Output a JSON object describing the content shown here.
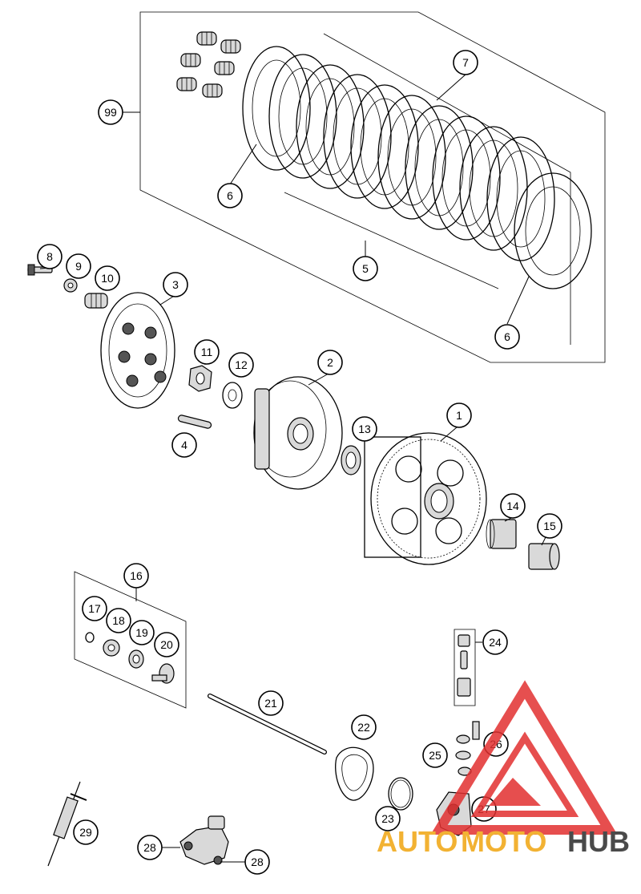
{
  "callouts": [
    {
      "id": "c99",
      "label": "99"
    },
    {
      "id": "c7",
      "label": "7"
    },
    {
      "id": "c6a",
      "label": "6"
    },
    {
      "id": "c5",
      "label": "5"
    },
    {
      "id": "c6b",
      "label": "6"
    },
    {
      "id": "c8",
      "label": "8"
    },
    {
      "id": "c9",
      "label": "9"
    },
    {
      "id": "c10",
      "label": "10"
    },
    {
      "id": "c3",
      "label": "3"
    },
    {
      "id": "c11",
      "label": "11"
    },
    {
      "id": "c12",
      "label": "12"
    },
    {
      "id": "c2",
      "label": "2"
    },
    {
      "id": "c4",
      "label": "4"
    },
    {
      "id": "c13",
      "label": "13"
    },
    {
      "id": "c1",
      "label": "1"
    },
    {
      "id": "c14",
      "label": "14"
    },
    {
      "id": "c15",
      "label": "15"
    },
    {
      "id": "c16",
      "label": "16"
    },
    {
      "id": "c17",
      "label": "17"
    },
    {
      "id": "c18",
      "label": "18"
    },
    {
      "id": "c19",
      "label": "19"
    },
    {
      "id": "c20",
      "label": "20"
    },
    {
      "id": "c24",
      "label": "24"
    },
    {
      "id": "c21",
      "label": "21"
    },
    {
      "id": "c22",
      "label": "22"
    },
    {
      "id": "c26",
      "label": "26"
    },
    {
      "id": "c25",
      "label": "25"
    },
    {
      "id": "c27",
      "label": "27"
    },
    {
      "id": "c23",
      "label": "23"
    },
    {
      "id": "c29",
      "label": "29"
    },
    {
      "id": "c28a",
      "label": "28"
    },
    {
      "id": "c28b",
      "label": "28"
    }
  ],
  "watermark": {
    "part1": "AUTO",
    "part2": "MOTO",
    "part3": "HUB",
    "color_primary": "#f2b233",
    "color_secondary": "#4a4a4a",
    "logo_color": "#e23030"
  }
}
